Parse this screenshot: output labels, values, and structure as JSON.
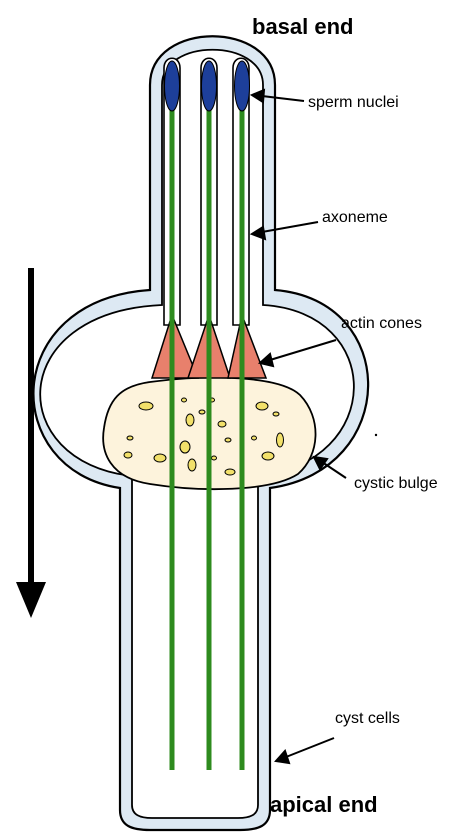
{
  "labels": {
    "basal_end": "basal end",
    "apical_end": "apical end",
    "sperm_nuclei": "sperm nuclei",
    "axoneme": "axoneme",
    "actin_cones": "actin cones",
    "cystic_bulge": "cystic bulge",
    "cyst_cells": "cyst cells"
  },
  "colors": {
    "outline": "#000000",
    "outer_cyst_fill": "#dde9f3",
    "inner_fill": "#ffffff",
    "axoneme": "#2e8b1e",
    "nucleus": "#1d3f9a",
    "actin_cone": "#e8806c",
    "cytoplasm_blob": "#fdf3dc",
    "droplet": "#f2e06a"
  },
  "icons": {
    "direction_arrow": "down-arrow-icon"
  }
}
